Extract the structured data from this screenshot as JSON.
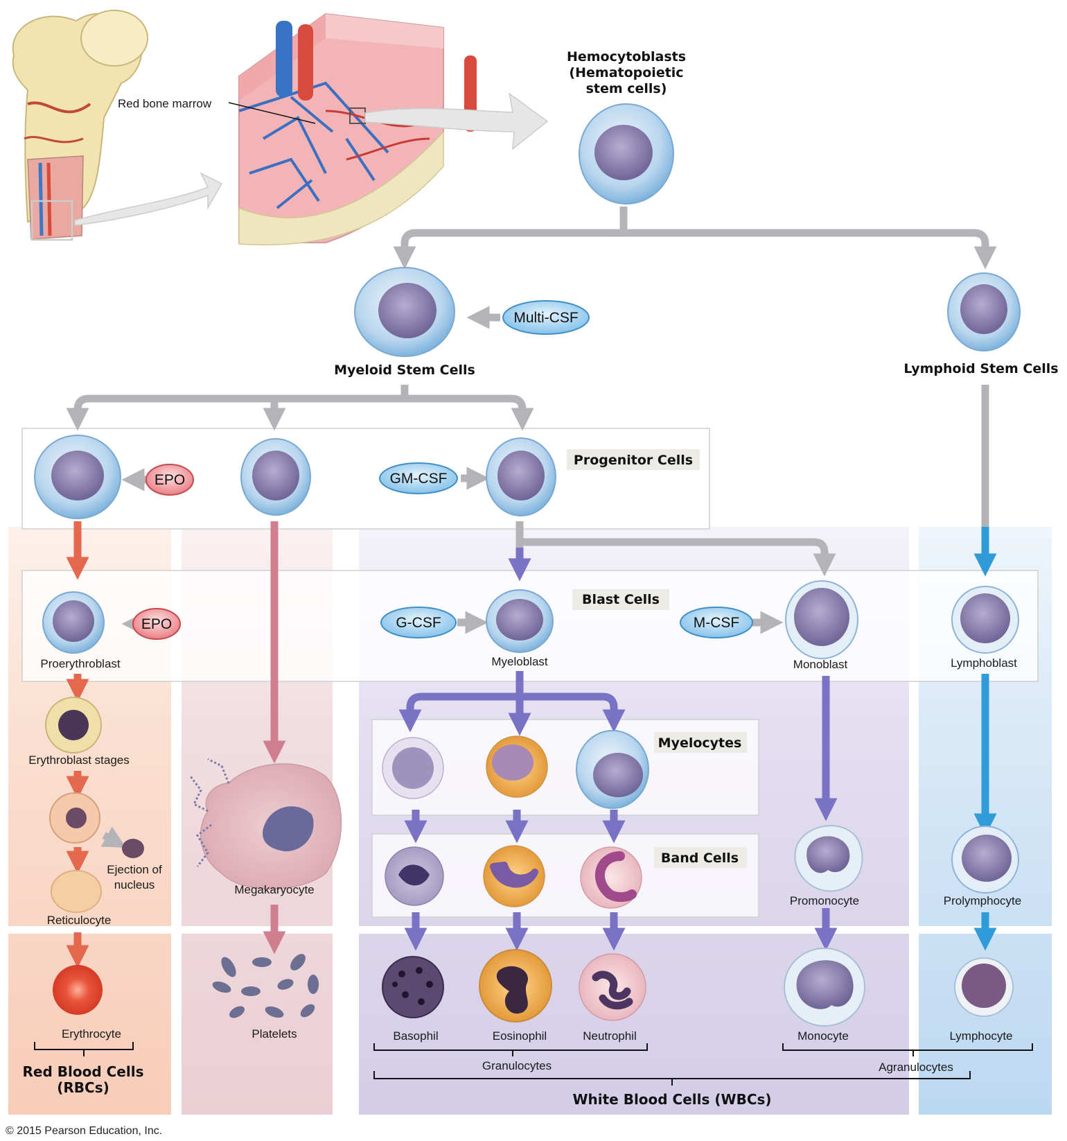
{
  "labels": {
    "red_bone_marrow": "Red bone marrow",
    "hemocytoblasts_1": "Hemocytoblasts",
    "hemocytoblasts_2": "(Hematopoietic",
    "hemocytoblasts_3": "stem cells)",
    "myeloid_stem_cells": "Myeloid Stem Cells",
    "lymphoid_stem_cells": "Lymphoid Stem Cells",
    "progenitor_cells": "Progenitor Cells",
    "blast_cells": "Blast Cells",
    "myelocytes": "Myelocytes",
    "band_cells": "Band Cells",
    "proerythroblast": "Proerythroblast",
    "myeloblast": "Myeloblast",
    "monoblast": "Monoblast",
    "lymphoblast": "Lymphoblast",
    "erythroblast_stages": "Erythroblast stages",
    "ejection_1": "Ejection of",
    "ejection_2": "nucleus",
    "reticulocyte": "Reticulocyte",
    "megakaryocyte": "Megakaryocyte",
    "promonocyte": "Promonocyte",
    "prolymphocyte": "Prolymphocyte",
    "erythrocyte": "Erythrocyte",
    "platelets": "Platelets",
    "basophil": "Basophil",
    "eosinophil": "Eosinophil",
    "neutrophil": "Neutrophil",
    "monocyte": "Monocyte",
    "lymphocyte": "Lymphocyte",
    "granulocytes": "Granulocytes",
    "agranulocytes": "Agranulocytes",
    "rbc_1": "Red Blood Cells",
    "rbc_2": "(RBCs)",
    "wbc": "White Blood Cells (WBCs)",
    "copyright": "© 2015 Pearson Education, Inc."
  },
  "factors": {
    "multi_csf": "Multi-CSF",
    "epo_1": "EPO",
    "epo_2": "EPO",
    "gm_csf": "GM-CSF",
    "g_csf": "G-CSF",
    "m_csf": "M-CSF"
  },
  "colors": {
    "rbc_column": "#f9d9c8",
    "platelet_column": "#f0d8dc",
    "granulocyte_column": "#dcd6ec",
    "lymph_column": "#cfe3f5",
    "grey_arrow": "#b4b4b8",
    "red_arrow": "#e4684d",
    "pink_arrow": "#cf7f90",
    "purple_arrow": "#7a72c4",
    "blue_arrow": "#2f9bd8",
    "blue_pill": "#9fd0f0",
    "red_pill": "#f08c90"
  }
}
